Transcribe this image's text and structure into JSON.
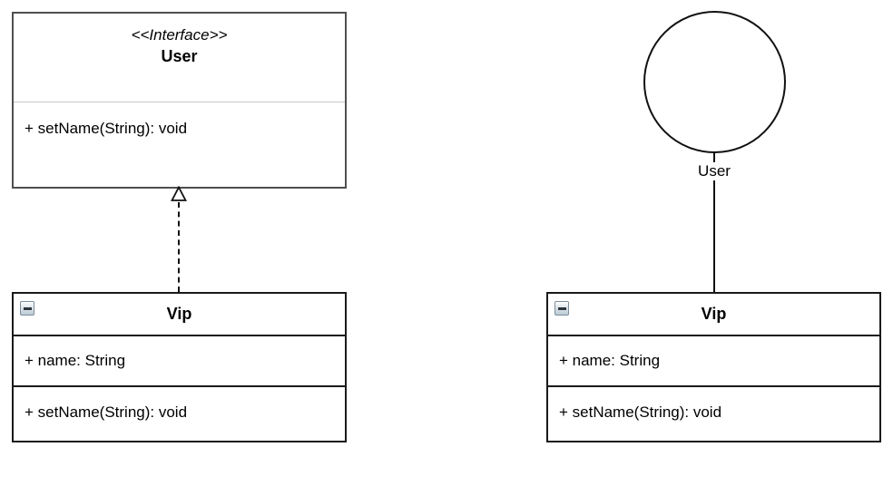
{
  "colors": {
    "background": "#ffffff",
    "class_border": "#1a1a1a",
    "interface_border": "#4f4f4f",
    "light_divider": "#c9c9c9",
    "text": "#000000",
    "collapse_icon_bar": "#2e343b"
  },
  "left_diagram": {
    "interface_box": {
      "stereotype": "<<Interface>>",
      "name": "User",
      "methods": [
        "+ setName(String): void"
      ]
    },
    "class_box": {
      "name": "Vip",
      "collapse_icon": "minus-icon",
      "attributes": [
        "+ name: String"
      ],
      "methods": [
        "+ setName(String): void"
      ]
    }
  },
  "right_diagram": {
    "lollipop": {
      "label": "User"
    },
    "class_box": {
      "name": "Vip",
      "collapse_icon": "minus-icon",
      "attributes": [
        "+ name: String"
      ],
      "methods": [
        "+ setName(String): void"
      ]
    }
  }
}
